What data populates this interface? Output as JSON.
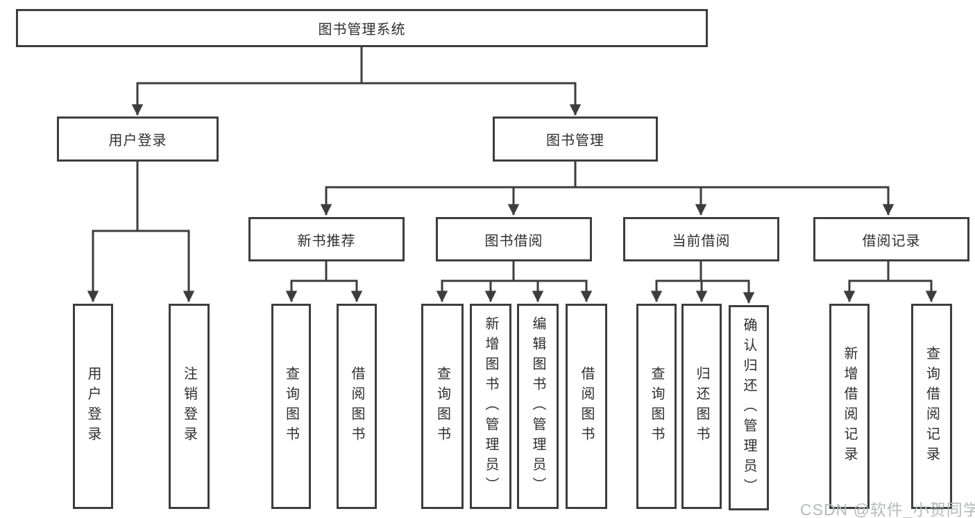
{
  "tree": {
    "label": "图书管理系统",
    "children": [
      {
        "label": "用户登录",
        "children": [
          {
            "label": "用户登录"
          },
          {
            "label": "注销登录"
          }
        ]
      },
      {
        "label": "图书管理",
        "children": [
          {
            "label": "新书推荐",
            "children": [
              {
                "label": "查询图书"
              },
              {
                "label": "借阅图书"
              }
            ]
          },
          {
            "label": "图书借阅",
            "children": [
              {
                "label": "查询图书"
              },
              {
                "label": "新增图书（管理员）"
              },
              {
                "label": "编辑图书（管理员）"
              },
              {
                "label": "借阅图书"
              }
            ]
          },
          {
            "label": "当前借阅",
            "children": [
              {
                "label": "查询图书"
              },
              {
                "label": "归还图书"
              },
              {
                "label": "确认归还（管理员）"
              }
            ]
          },
          {
            "label": "借阅记录",
            "children": [
              {
                "label": "新增借阅记录"
              },
              {
                "label": "查询借阅记录"
              }
            ]
          }
        ]
      }
    ]
  },
  "watermark": {
    "text": "CSDN @软件_小贺同学"
  },
  "style": {
    "line_color": "#3d3d3d",
    "text_color": "#2e2e2e",
    "watermark_color": "#b6b9bd",
    "background_color": "#ffffff"
  }
}
